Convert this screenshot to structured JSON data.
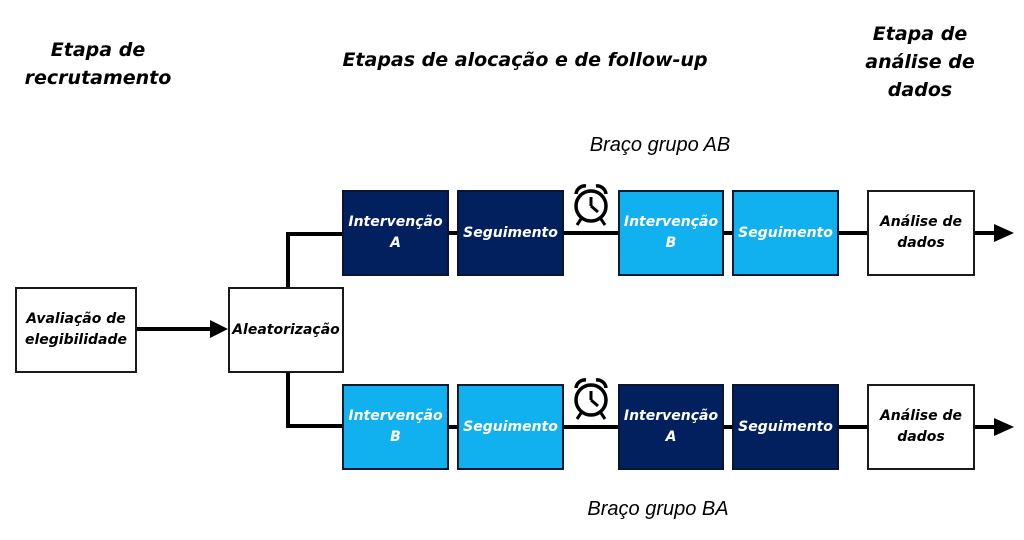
{
  "headers": {
    "recruitment": "Etapa de\nrecrutamento",
    "allocation": "Etapas de alocação e de follow-up",
    "analysis": "Etapa de\nanálise de\ndados"
  },
  "branches": {
    "ab_label": "Braço grupo AB",
    "ba_label": "Braço grupo BA"
  },
  "boxes": {
    "eligibility": "Avaliação de\nelegibilidade",
    "randomization": "Aleatorização",
    "ab": {
      "intervention1": "Intervenção\nA",
      "followup1": "Seguimento",
      "intervention2": "Intervenção\nB",
      "followup2": "Seguimento",
      "analysis": "Análise de\ndados"
    },
    "ba": {
      "intervention1": "Intervenção\nB",
      "followup1": "Seguimento",
      "intervention2": "Intervenção\nA",
      "followup2": "Seguimento",
      "analysis": "Análise de\ndados"
    }
  },
  "icons": {
    "washout": "alarm-clock-icon"
  },
  "colors": {
    "intervention_a": "#02205e",
    "intervention_b": "#11b0ee",
    "neutral": "#ffffff",
    "line": "#000000"
  }
}
